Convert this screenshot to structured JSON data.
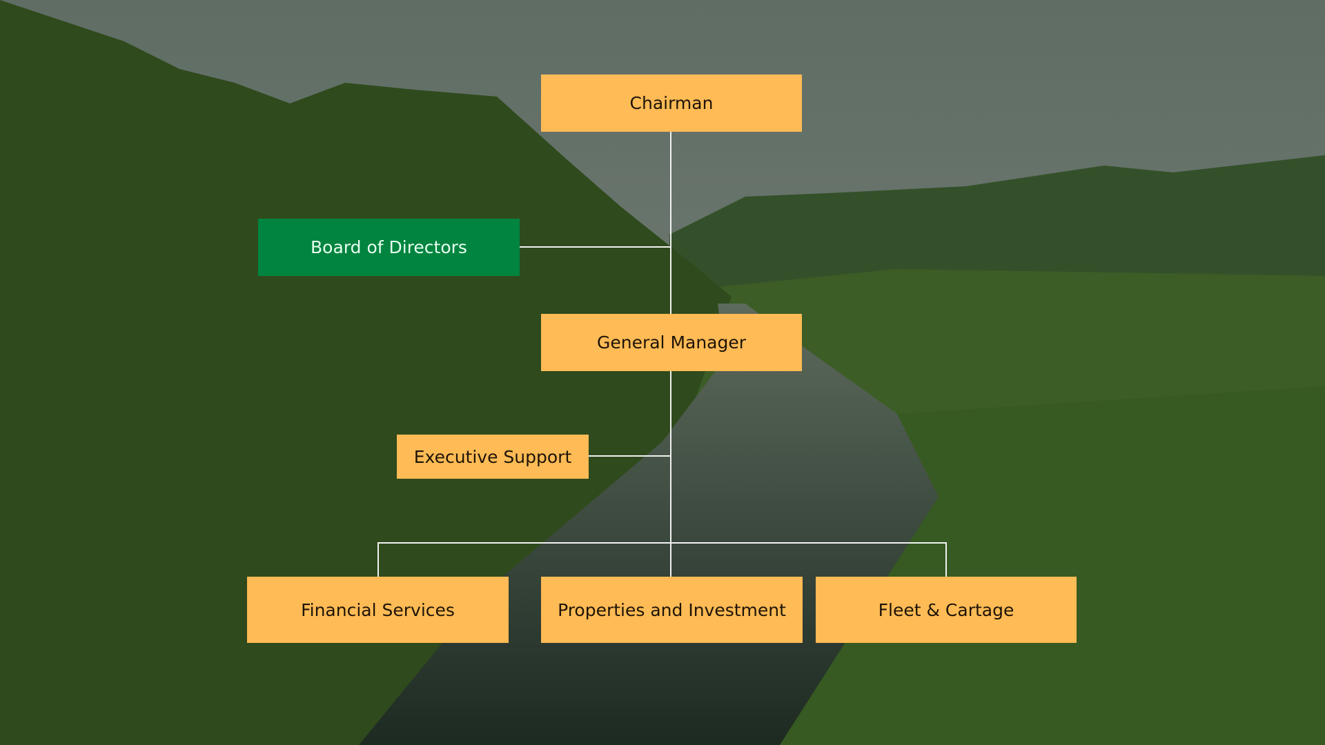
{
  "chart": {
    "nodes": {
      "chairman": "Chairman",
      "board": "Board of Directors",
      "general_manager": "General Manager",
      "executive_support": "Executive Support",
      "financial": "Financial Services",
      "properties": "Properties and Investment",
      "fleet": "Fleet & Cartage"
    },
    "colors": {
      "department": "#ffbb55",
      "board": "#00843f",
      "connector": "#f2f2f2"
    }
  }
}
